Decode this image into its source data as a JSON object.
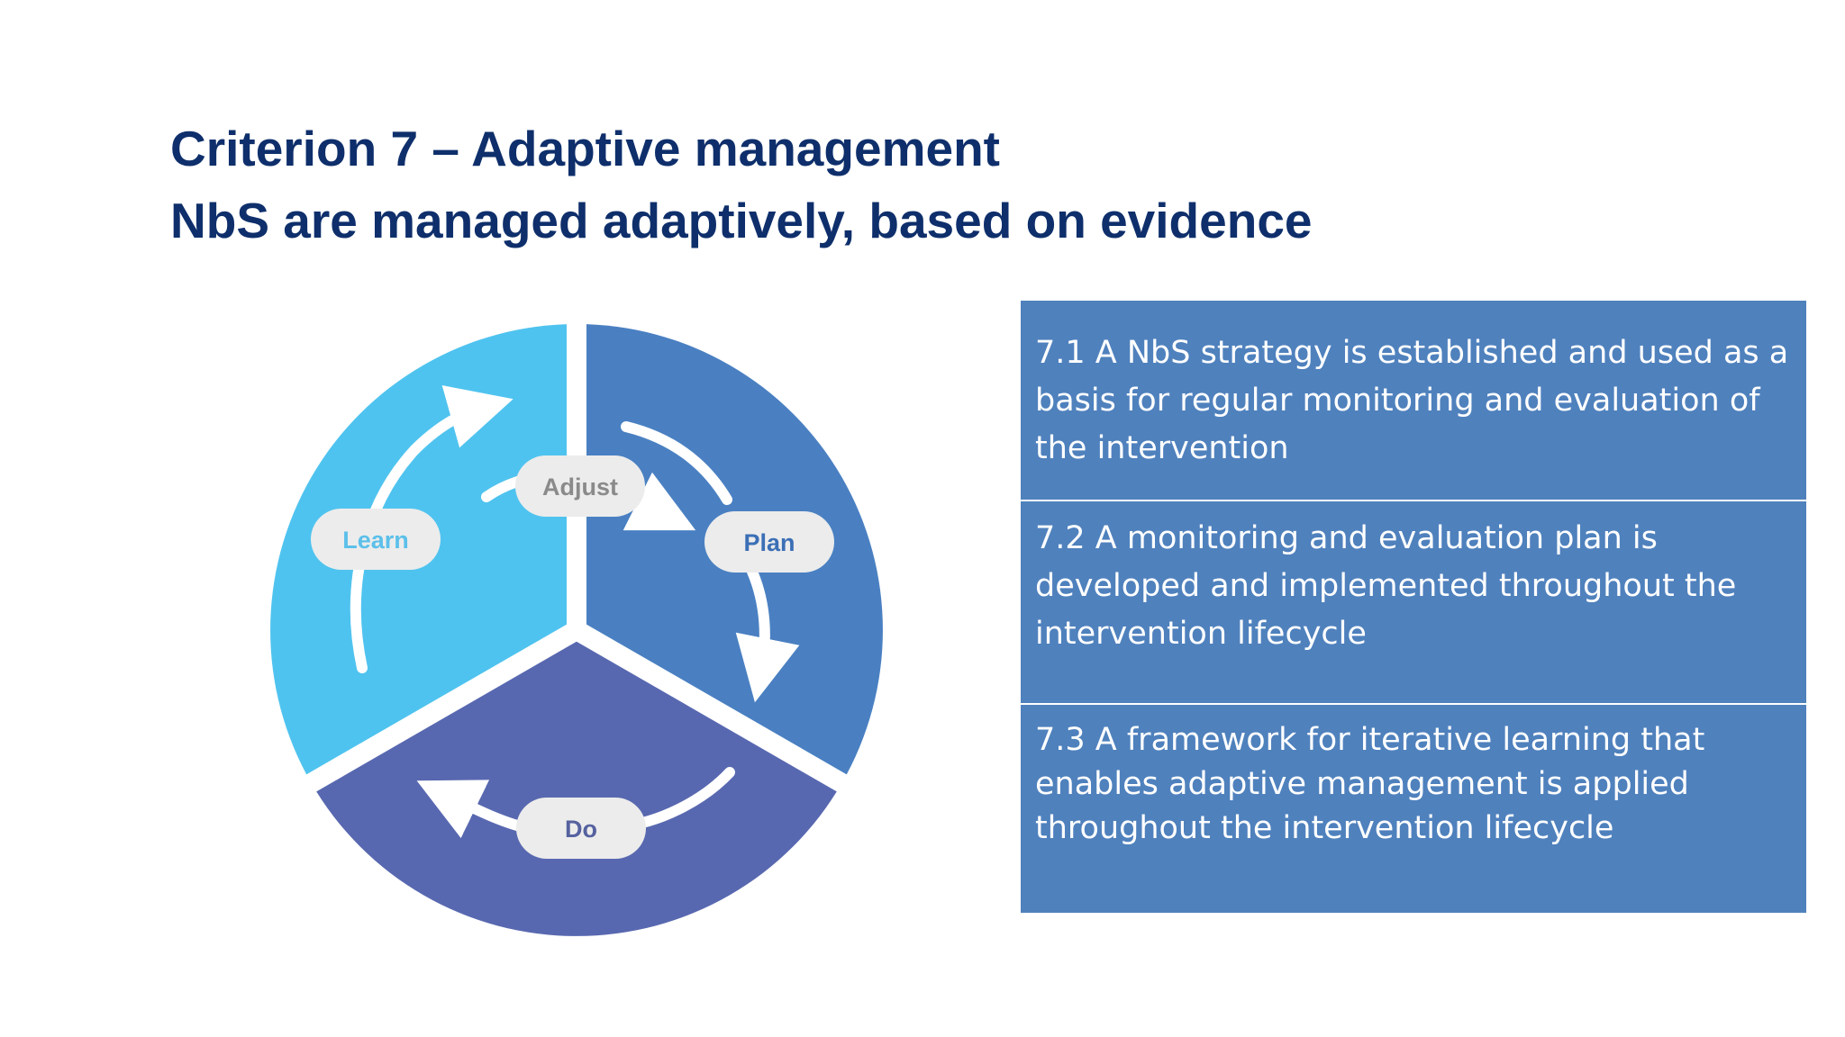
{
  "title": {
    "line1": "Criterion 7 – Adaptive management",
    "line2": "NbS are managed adaptively, based on evidence"
  },
  "cycle": {
    "learn": "Learn",
    "adjust": "Adjust",
    "plan": "Plan",
    "do": "Do",
    "colors": {
      "learn": "#4fc3ef",
      "plan": "#4a80c2",
      "do": "#5868b0",
      "pill": "#ececec",
      "learn_text": "#5cc0ea",
      "adjust_text": "#8a8a8a",
      "plan_text": "#3b6fb6",
      "do_text": "#56629f"
    }
  },
  "criteria": [
    {
      "text": "7.1 A NbS strategy is established and used as a basis for regular monitoring and evaluation of the intervention"
    },
    {
      "text": "7.2 A monitoring and evaluation plan is developed and implemented throughout the intervention lifecycle"
    },
    {
      "text": "7.3 A framework for iterative learning that enables adaptive management is applied throughout the intervention lifecycle"
    }
  ],
  "table_color": "#4f81bd"
}
